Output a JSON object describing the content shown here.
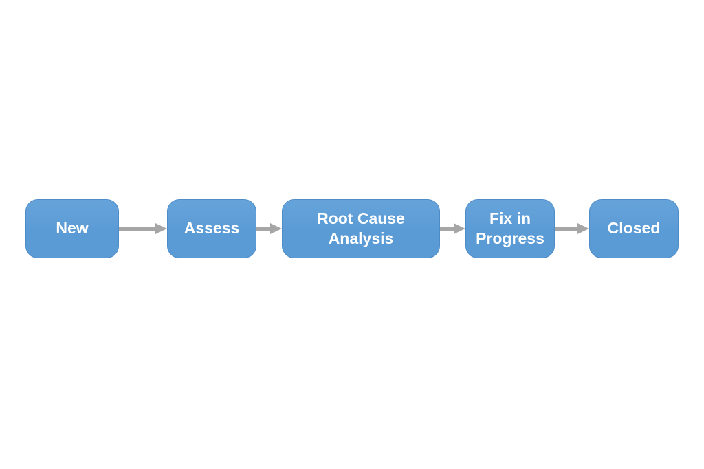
{
  "flow": {
    "type": "process-flow",
    "direction": "left-to-right",
    "steps": [
      {
        "label": "New"
      },
      {
        "label": "Assess"
      },
      {
        "label": "Root Cause Analysis"
      },
      {
        "label": "Fix in Progress"
      },
      {
        "label": "Closed"
      }
    ],
    "connectors": [
      {
        "from": "New",
        "to": "Assess"
      },
      {
        "from": "Assess",
        "to": "Root Cause Analysis"
      },
      {
        "from": "Root Cause Analysis",
        "to": "Fix in Progress"
      },
      {
        "from": "Fix in Progress",
        "to": "Closed"
      }
    ],
    "colors": {
      "node_fill": "#5B9BD5",
      "node_fill_light": "#66A3DB",
      "node_border": "#4E8CC7",
      "node_text": "#FFFFFF",
      "arrow": "#A6A6A6",
      "background": "#FFFFFF"
    }
  }
}
